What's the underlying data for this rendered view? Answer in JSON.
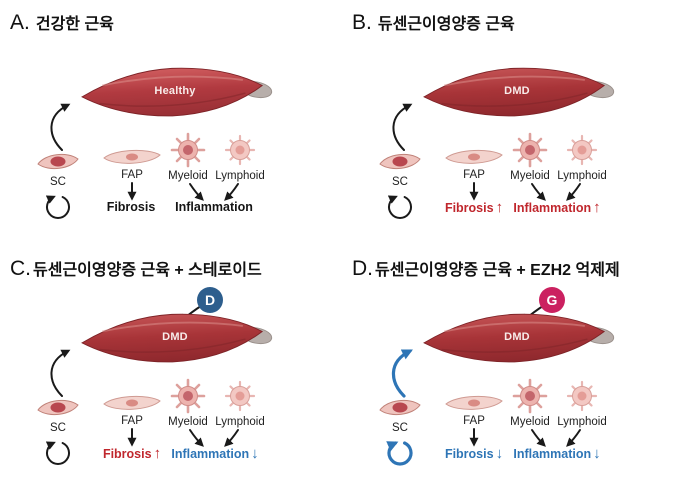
{
  "figure": {
    "background_color": "#ffffff",
    "colors": {
      "increase": "#c0272d",
      "decrease": "#2e75b6",
      "steroid_badge": "#2d5e8d",
      "ezh2_badge": "#cb2160",
      "healthy_muscle": "#b13a40",
      "dmd_muscle": "#a83438",
      "tendon": "#b7aeaa"
    },
    "panels": [
      {
        "letter": "A.",
        "title": "건강한 근육",
        "muscle_label": "Healthy",
        "labels": {
          "sc": "SC",
          "fap": "FAP",
          "myeloid": "Myeloid",
          "lymphoid": "Lymphoid"
        },
        "fibrosis": {
          "text": "Fibrosis",
          "trend": ""
        },
        "inflammation": {
          "text": "Inflammation",
          "trend": ""
        }
      },
      {
        "letter": "B.",
        "title": "듀센근이영양증 근육",
        "muscle_label": "DMD",
        "labels": {
          "sc": "SC",
          "fap": "FAP",
          "myeloid": "Myeloid",
          "lymphoid": "Lymphoid"
        },
        "fibrosis": {
          "text": "Fibrosis",
          "trend": "↑"
        },
        "inflammation": {
          "text": "Inflammation",
          "trend": "↑"
        }
      },
      {
        "letter": "C.",
        "title": "듀센근이영양증 근육 + 스테로이드",
        "muscle_label": "DMD",
        "badge": "D",
        "labels": {
          "sc": "SC",
          "fap": "FAP",
          "myeloid": "Myeloid",
          "lymphoid": "Lymphoid"
        },
        "fibrosis": {
          "text": "Fibrosis",
          "trend": "↑"
        },
        "inflammation": {
          "text": "Inflammation",
          "trend": "↓"
        }
      },
      {
        "letter": "D.",
        "title": "듀센근이영양증 근육 + EZH2 억제제",
        "muscle_label": "DMD",
        "badge": "G",
        "labels": {
          "sc": "SC",
          "fap": "FAP",
          "myeloid": "Myeloid",
          "lymphoid": "Lymphoid"
        },
        "fibrosis": {
          "text": "Fibrosis",
          "trend": "↓"
        },
        "inflammation": {
          "text": "Inflammation",
          "trend": "↓"
        }
      }
    ]
  }
}
